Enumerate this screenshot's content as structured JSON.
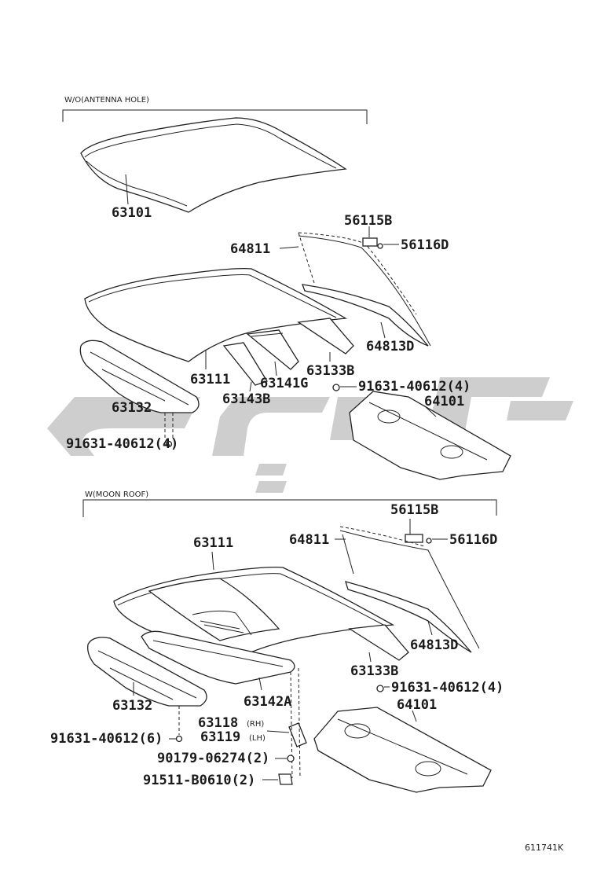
{
  "sections": {
    "upper_header": "W/O(ANTENNA HOLE)",
    "lower_header": "W(MOON ROOF)"
  },
  "labels": {
    "u_63101": "63101",
    "u_56115B": "56115B",
    "u_56116D": "56116D",
    "u_64811": "64811",
    "u_64813D": "64813D",
    "u_63133B": "63133B",
    "u_63111": "63111",
    "u_63141G": "63141G",
    "u_63143B": "63143B",
    "u_63132": "63132",
    "u_91631_4a": "91631-40612(4)",
    "u_64101": "64101",
    "u_91631_4b": "91631-40612(4)",
    "l_56115B": "56115B",
    "l_63111": "63111",
    "l_64811": "64811",
    "l_56116D": "56116D",
    "l_64813D": "64813D",
    "l_63133B": "63133B",
    "l_91631_4": "91631-40612(4)",
    "l_63132": "63132",
    "l_63142A": "63142A",
    "l_64101": "64101",
    "l_63118": "63118",
    "l_63118_sub": "(RH)",
    "l_63119": "63119",
    "l_63119_sub": "(LH)",
    "l_91631_6": "91631-40612(6)",
    "l_90179": "90179-06274(2)",
    "l_91511": "91511-B0610(2)"
  },
  "diagram_code": "611741K"
}
